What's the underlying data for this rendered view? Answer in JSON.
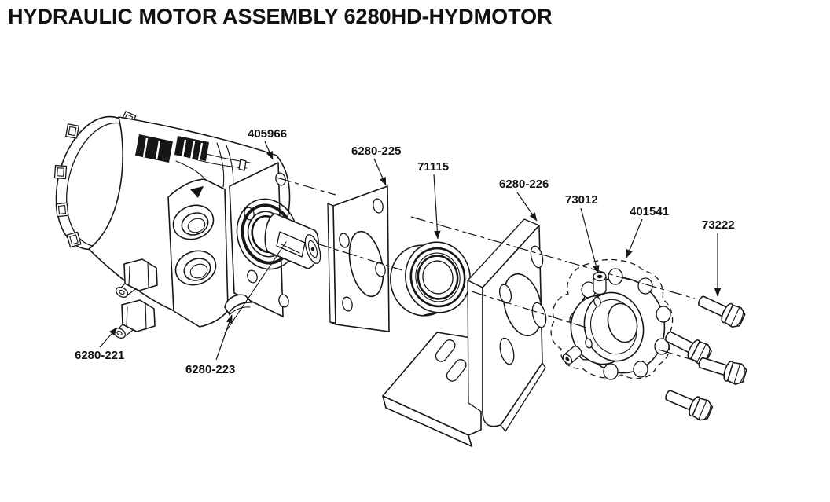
{
  "title": "HYDRAULIC MOTOR ASSEMBLY 6280HD-HYDMOTOR",
  "colors": {
    "ink": "#161616",
    "paper": "#ffffff"
  },
  "parts": [
    {
      "id": "motor",
      "label": "405966"
    },
    {
      "id": "mounting-plate",
      "label": "6280-225"
    },
    {
      "id": "bearing",
      "label": "71115"
    },
    {
      "id": "bracket",
      "label": "6280-226"
    },
    {
      "id": "set-screw",
      "label": "73012"
    },
    {
      "id": "sprocket",
      "label": "401541"
    },
    {
      "id": "flange-bolts",
      "label": "73222"
    },
    {
      "id": "port-plugs",
      "label": "6280-221"
    },
    {
      "id": "woodruff-key",
      "label": "6280-223"
    }
  ]
}
